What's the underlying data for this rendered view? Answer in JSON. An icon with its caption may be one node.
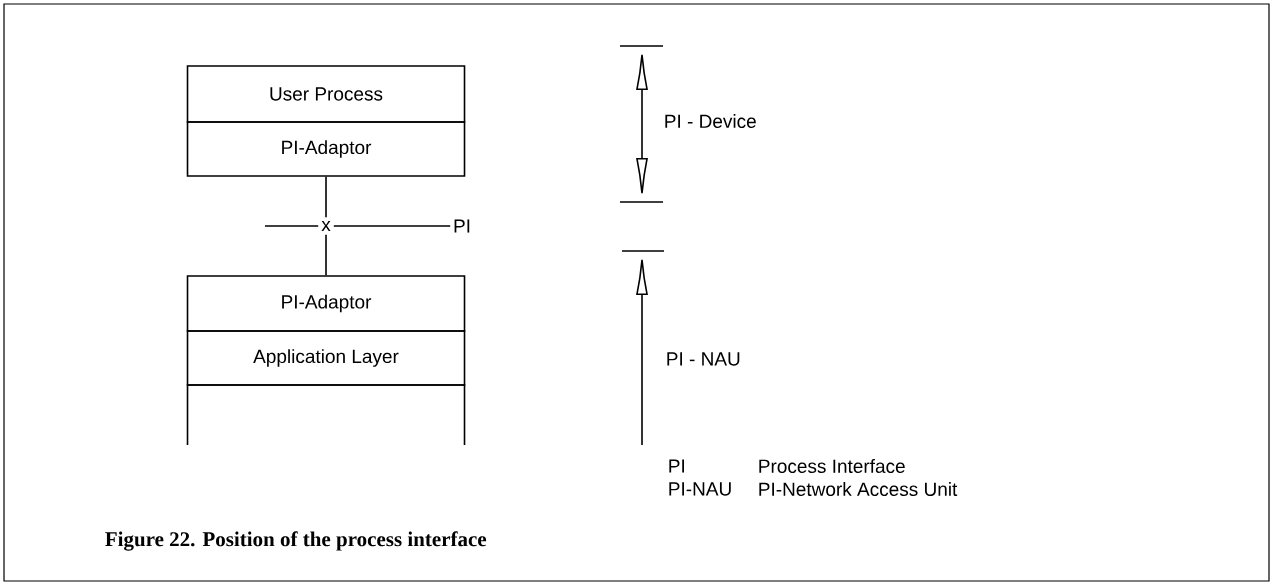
{
  "diagram": {
    "caption": "Figure 22. Position of the process interface",
    "nodes": [
      {
        "text": [
          "User Process"
        ]
      },
      {
        "text": [
          "PI-Adaptor"
        ]
      },
      {
        "text": [
          "PI-Adaptor"
        ]
      },
      {
        "text": [
          "Application Layer"
        ]
      },
      {
        "text": [],
        "shape": "box"
      },
      {
        "text": [
          "x"
        ]
      },
      {
        "text": [
          "PI"
        ]
      }
    ],
    "edges": [
      {
        "from": 1,
        "to": 5,
        "arrow": "none"
      },
      {
        "from": 5,
        "to": 2,
        "arrow": "none"
      },
      {
        "from": 5,
        "to": 6,
        "arrow": "none"
      },
      {
        "from": null,
        "to": 5,
        "arrow": "none"
      }
    ],
    "labels": [
      "PI - Device",
      "PI - NAU",
      "PI",
      "Process Interface",
      "PI-NAU",
      "PI-Network Access Unit"
    ]
  }
}
